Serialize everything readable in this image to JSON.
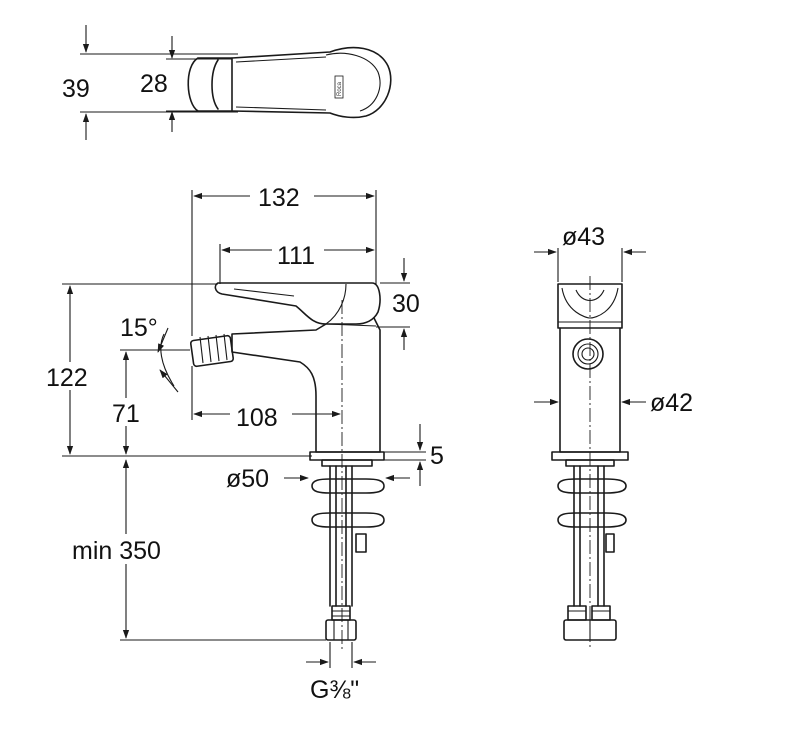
{
  "diagram": {
    "top_view": {
      "overall_height": "39",
      "body_height": "28",
      "brand_mark": "Roca"
    },
    "side_view": {
      "length_spout": "132",
      "length_handle": "111",
      "handle_height": "30",
      "aerator_angle": "15°",
      "overall_height": "122",
      "aerator_height": "71",
      "aerator_reach": "108",
      "base_thickness": "5",
      "base_diameter": "ø50",
      "hose_length": "min 350",
      "connection_thread": "G⅜\""
    },
    "front_view": {
      "top_diameter": "ø43",
      "body_diameter": "ø42"
    }
  }
}
